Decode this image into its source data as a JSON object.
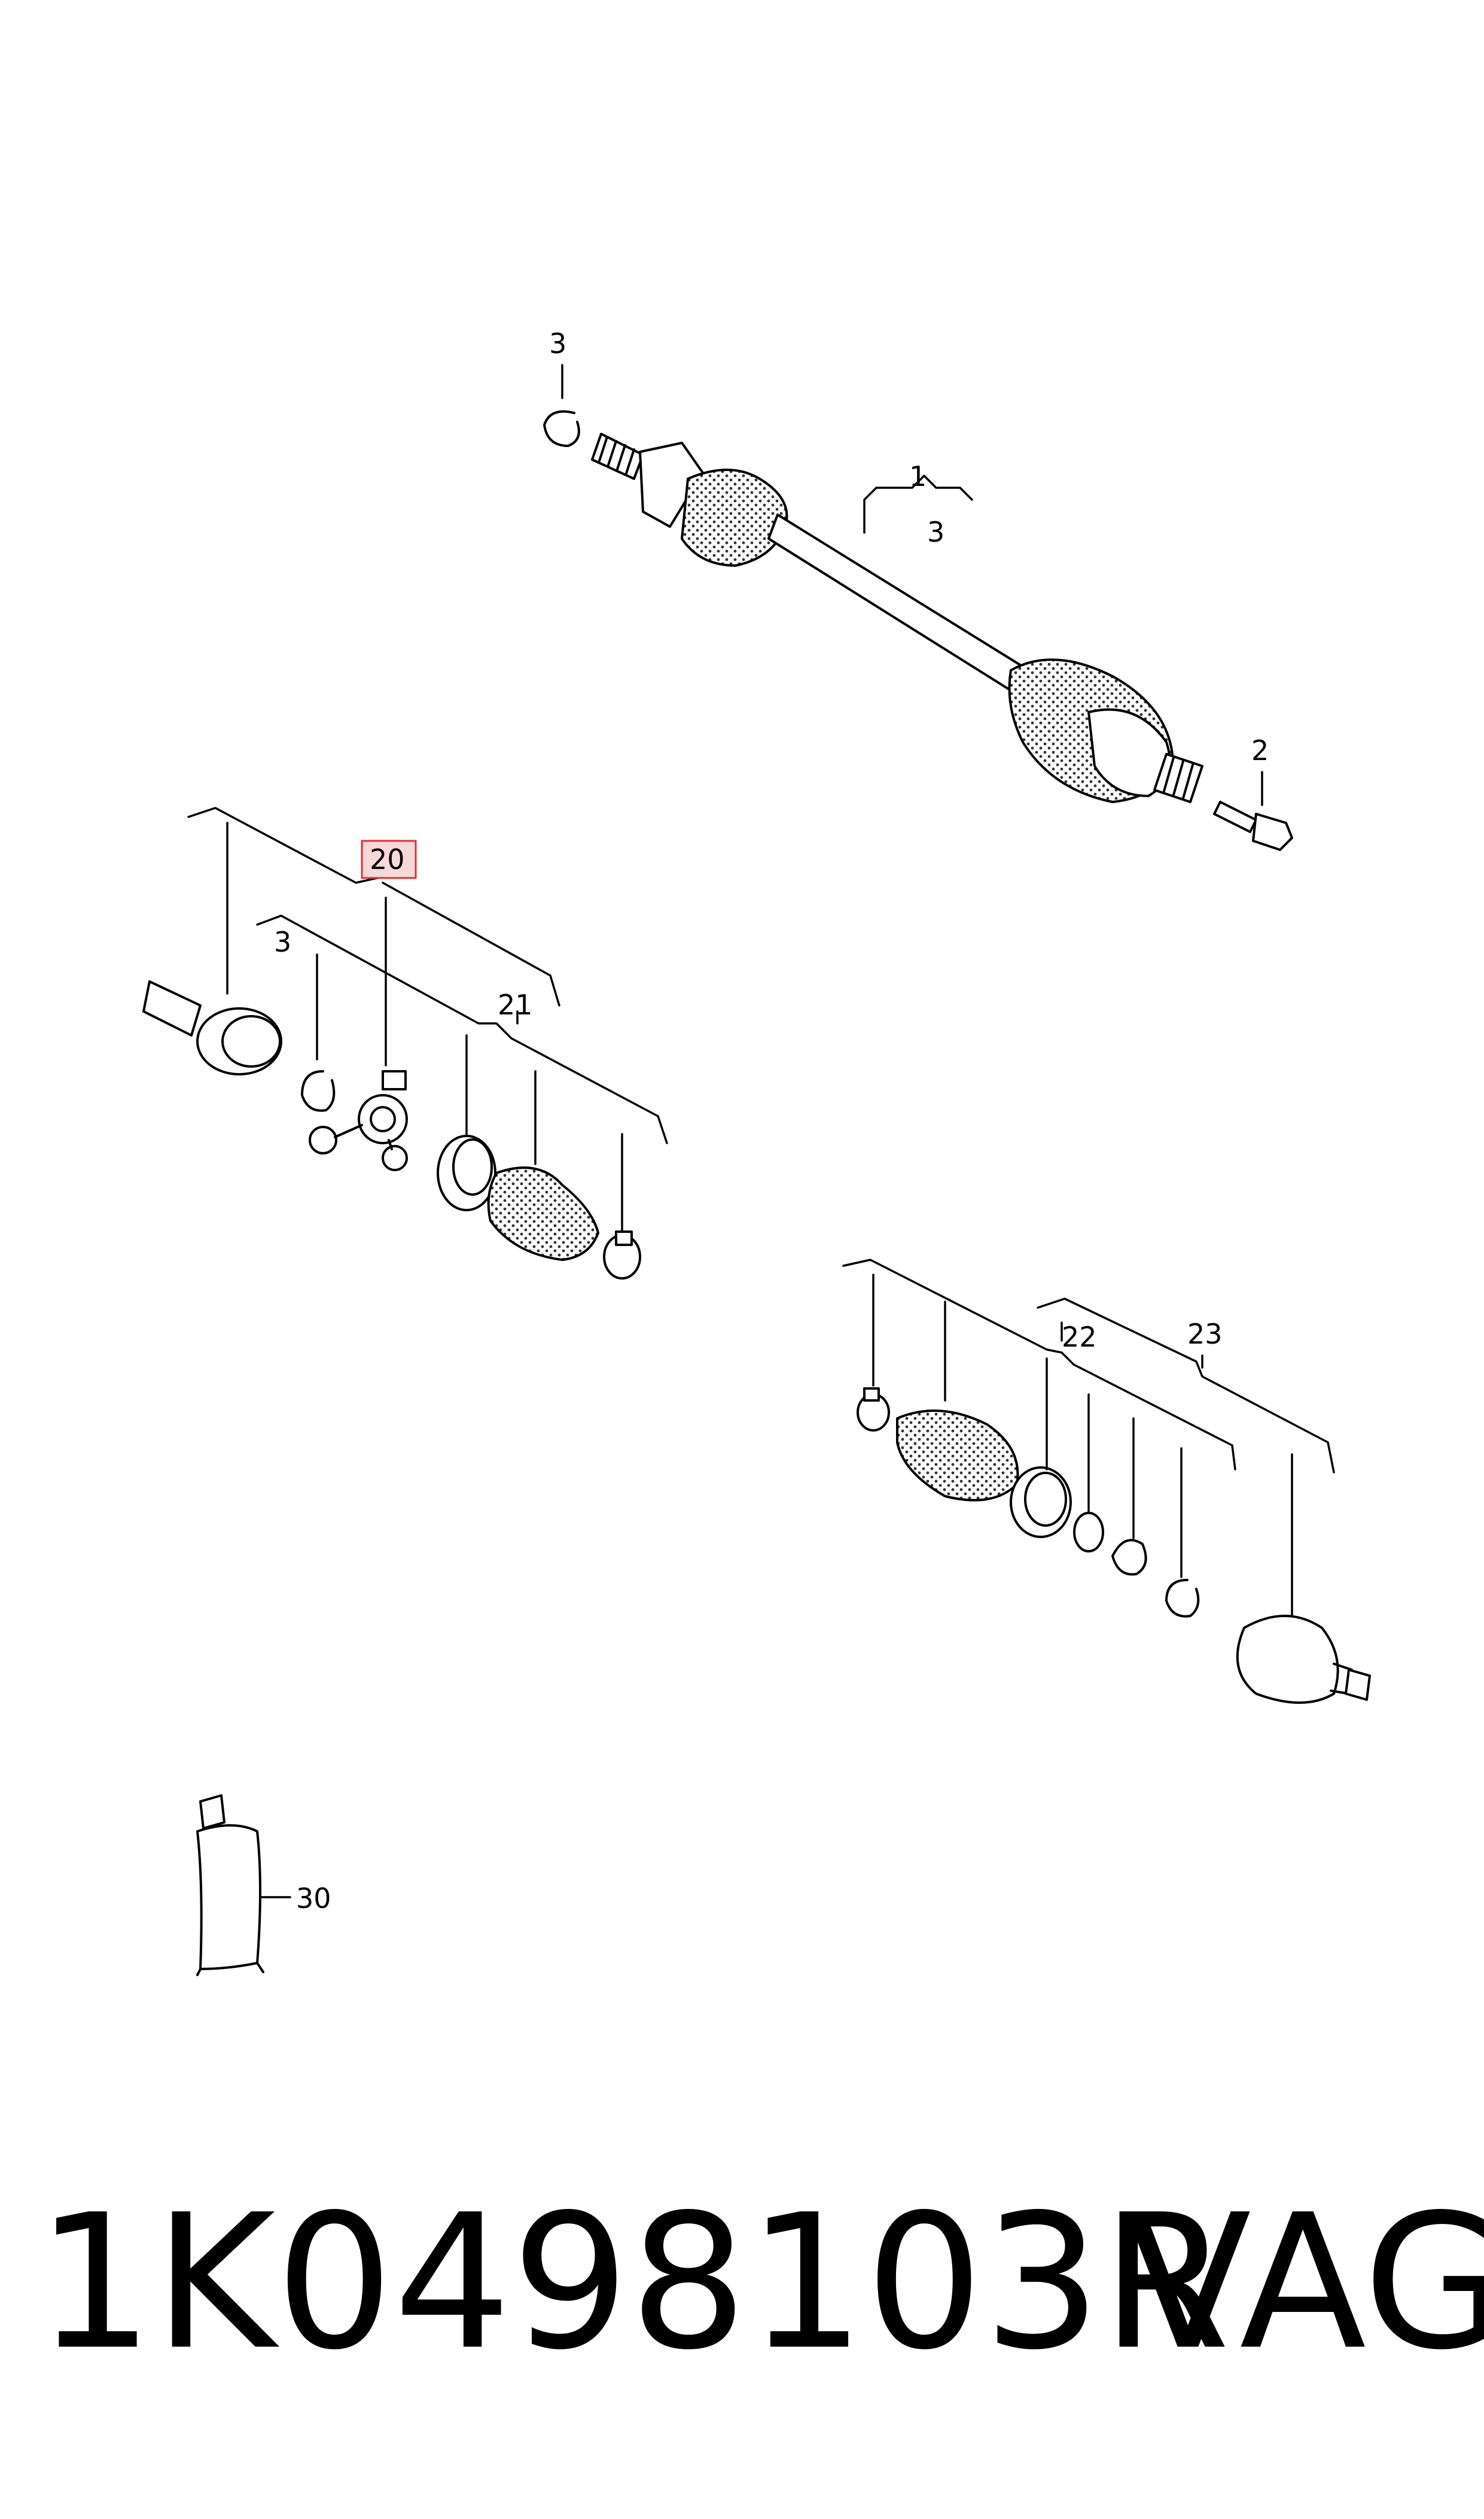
{
  "callouts": {
    "c1": "1",
    "c2": "2",
    "c3_top": "3",
    "c3_shaft": "3",
    "c3_left": "3",
    "c20": "20",
    "c21": "21",
    "c22": "22",
    "c23": "23",
    "c30": "30"
  },
  "highlight_color": "#e03030",
  "footer": {
    "part_number": "1K0498103R",
    "brand": "VAG"
  }
}
